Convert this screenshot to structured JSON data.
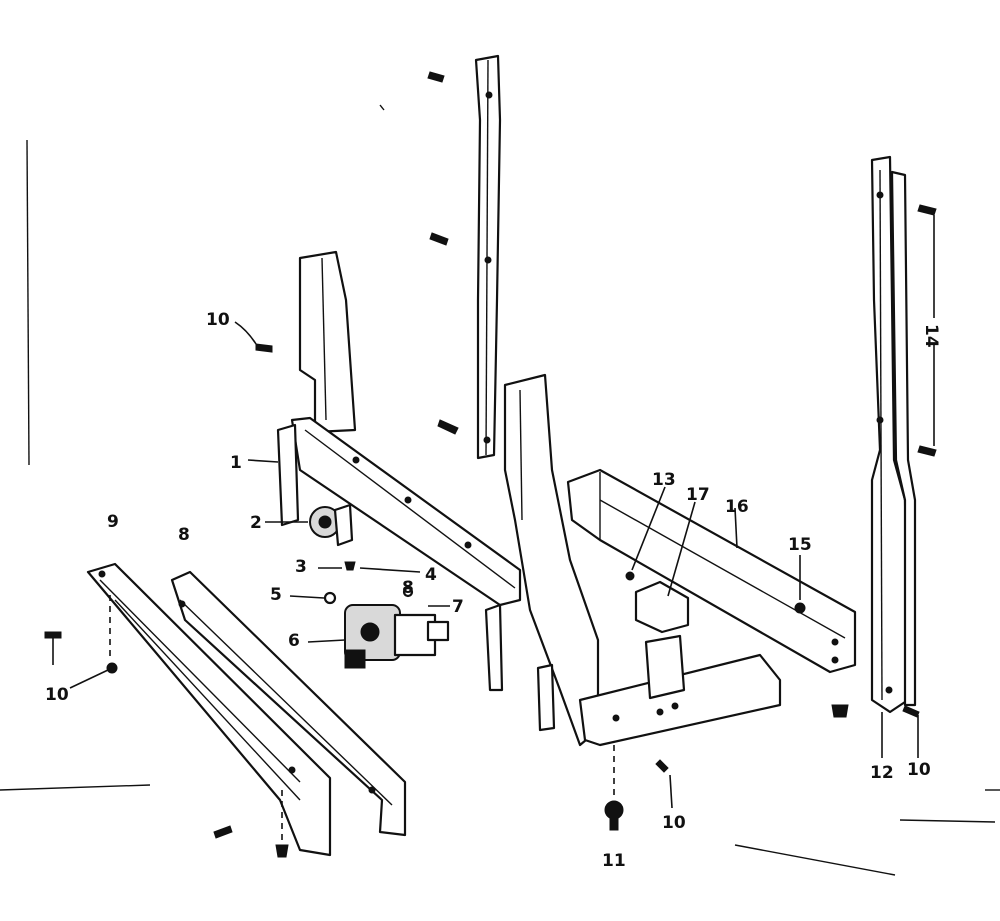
{
  "callouts": {
    "c1": "1",
    "c2": "2",
    "c3": "3",
    "c4": "4",
    "c5": "5",
    "c6": "6",
    "c7": "7",
    "c8": "8",
    "c9": "9",
    "c10a": "10",
    "c10b": "10",
    "c10c": "10",
    "c10d": "10",
    "c11": "11",
    "c12": "12",
    "c13": "13",
    "c14": "14",
    "c15": "15",
    "c16": "16",
    "c17": "17"
  }
}
